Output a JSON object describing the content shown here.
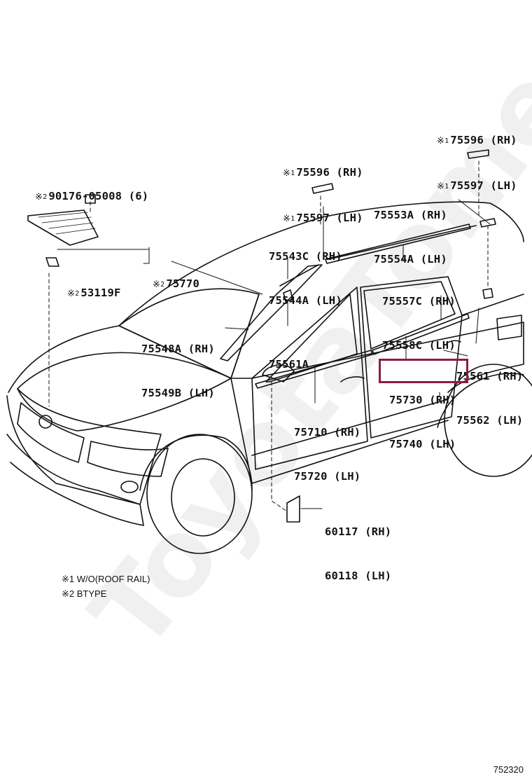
{
  "watermark": "ToyotaTome.ru",
  "highlight_color": "#8f1d3a",
  "callouts": {
    "c1": {
      "mark": "※",
      "mark_num": "1",
      "lines": [
        "75596 (RH)",
        "75597 (LH)"
      ]
    },
    "c2": {
      "mark": "※",
      "mark_num": "1",
      "lines": [
        "75596 (RH)",
        "75597 (LH)"
      ]
    },
    "c3": {
      "mark": "※",
      "mark_num": "2",
      "lines": [
        "90176-05008 (6)"
      ]
    },
    "c4": {
      "lines": [
        "75553A (RH)",
        "75554A (LH)"
      ]
    },
    "c5": {
      "lines": [
        "75543C (RH)",
        "75544A (LH)"
      ]
    },
    "c6": {
      "mark": "※",
      "mark_num": "2",
      "lines": [
        "75770"
      ]
    },
    "c7": {
      "mark": "※",
      "mark_num": "2",
      "lines": [
        "53119F"
      ]
    },
    "c8": {
      "lines": [
        "75557C (RH)",
        "75558C (LH)"
      ]
    },
    "c9": {
      "lines": [
        "75548A (RH)",
        "75549B (LH)"
      ]
    },
    "c10": {
      "lines": [
        "75561A"
      ]
    },
    "c11": {
      "lines": [
        "75561 (RH)",
        "75562 (LH)"
      ]
    },
    "c12": {
      "lines": [
        "75730 (RH)",
        "75740 (LH)"
      ]
    },
    "c13": {
      "lines": [
        "75710 (RH)",
        "75720 (LH)"
      ]
    },
    "c14": {
      "lines": [
        "60117 (RH)",
        "60118 (LH)"
      ]
    }
  },
  "legend": [
    "※1 W/O(ROOF RAIL)",
    "※2 BTYPE"
  ],
  "diagram_id": "752320"
}
